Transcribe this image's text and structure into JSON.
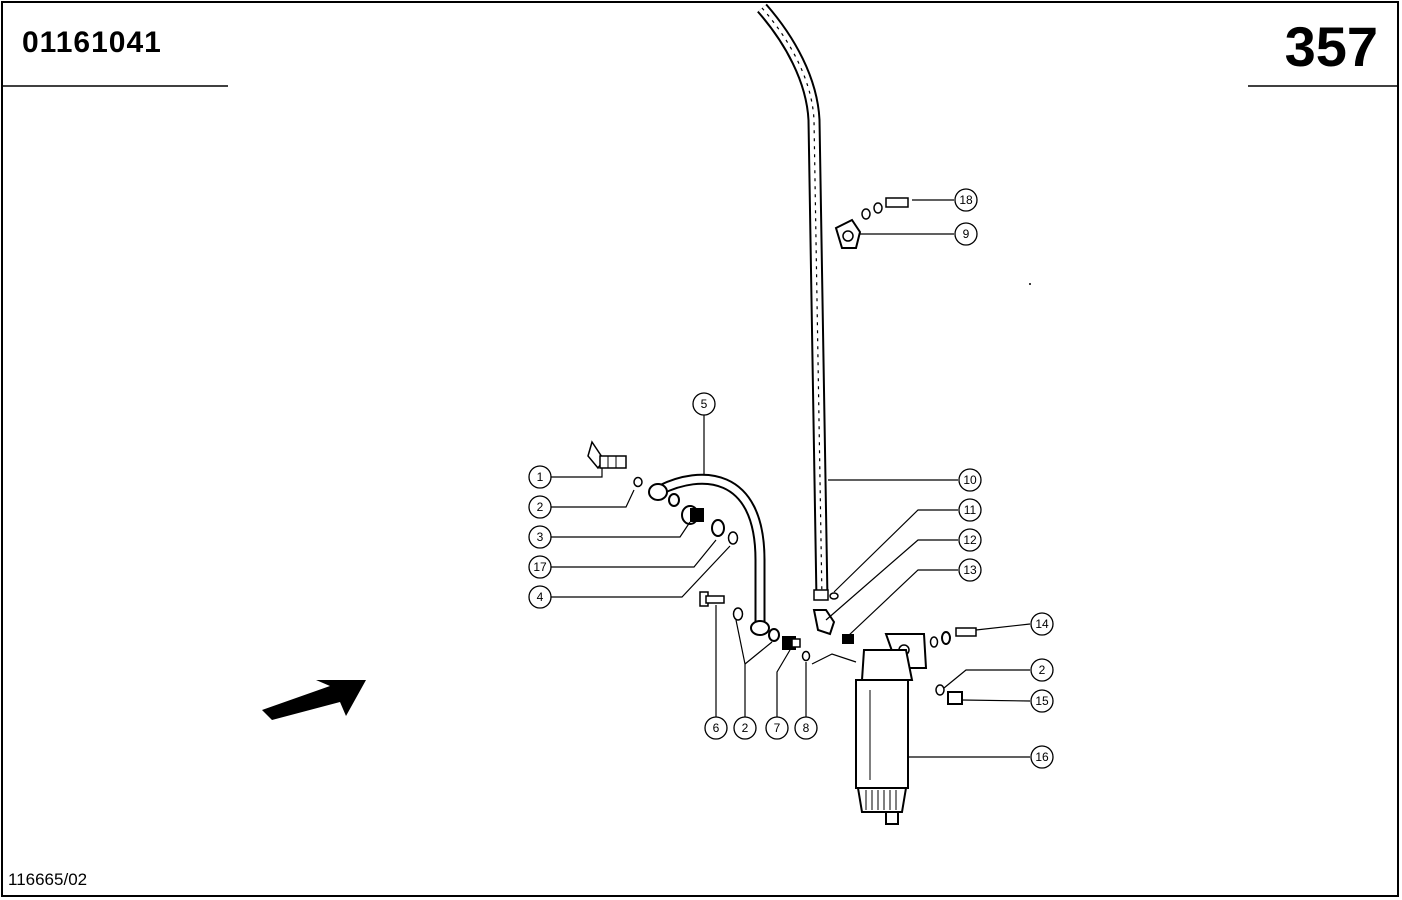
{
  "header": {
    "document_number": "01161041",
    "page_number": "357"
  },
  "footer": {
    "reference_code": "116665/02"
  },
  "callouts": [
    {
      "id": "c1",
      "label": "1"
    },
    {
      "id": "c2a",
      "label": "2"
    },
    {
      "id": "c3",
      "label": "3"
    },
    {
      "id": "c17",
      "label": "17"
    },
    {
      "id": "c4",
      "label": "4"
    },
    {
      "id": "c5",
      "label": "5"
    },
    {
      "id": "c6",
      "label": "6"
    },
    {
      "id": "c2b",
      "label": "2"
    },
    {
      "id": "c7",
      "label": "7"
    },
    {
      "id": "c8",
      "label": "8"
    },
    {
      "id": "c18",
      "label": "18"
    },
    {
      "id": "c9",
      "label": "9"
    },
    {
      "id": "c10",
      "label": "10"
    },
    {
      "id": "c11",
      "label": "11"
    },
    {
      "id": "c12",
      "label": "12"
    },
    {
      "id": "c13",
      "label": "13"
    },
    {
      "id": "c14",
      "label": "14"
    },
    {
      "id": "c2c",
      "label": "2"
    },
    {
      "id": "c15",
      "label": "15"
    },
    {
      "id": "c16",
      "label": "16"
    }
  ],
  "icons": {
    "direction_arrow": "arrow-icon",
    "fuel_filter": "filter-icon"
  },
  "colors": {
    "ink": "#000000",
    "paper": "#ffffff"
  }
}
